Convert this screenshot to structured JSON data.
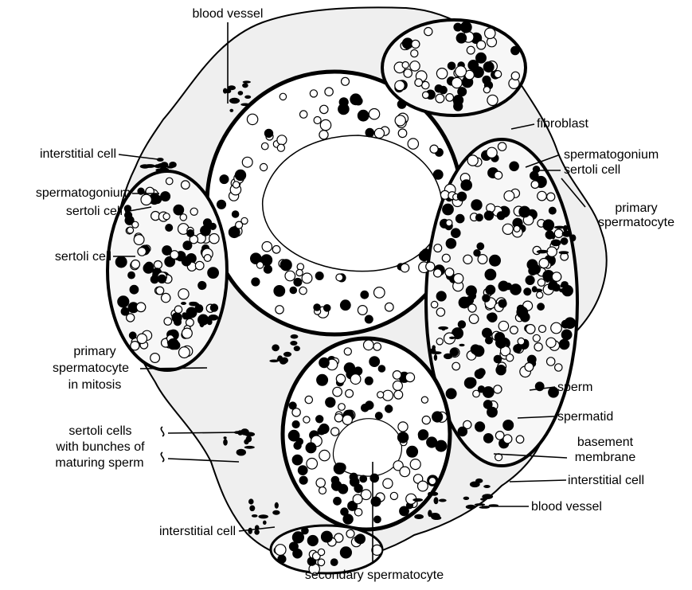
{
  "labels": {
    "blood_vessel_top": "blood vessel",
    "fibroblast": "fibroblast",
    "interstitial_cell_left": "interstitial cell",
    "spermatogonium_right": "spermatogonium",
    "sertoli_cell_right": "sertoli cell",
    "primary_spermatocyte_right_1": "primary",
    "primary_spermatocyte_right_2": "spermatocyte",
    "spermatogonium_left": "spermatogonium",
    "sertoli_cell_left": "sertoli cell",
    "sertoli_cell_left_2": "sertoli cell",
    "primary_mitosis_1": "primary",
    "primary_mitosis_2": "spermatocyte",
    "primary_mitosis_3": "in mitosis",
    "sertoli_bunches_1": "sertoli cells",
    "sertoli_bunches_2": "with bunches of",
    "sertoli_bunches_3": "maturing sperm",
    "sperm": "sperm",
    "spermatid": "spermatid",
    "basement_membrane_1": "basement",
    "basement_membrane_2": "membrane",
    "interstitial_cell_right": "interstitial cell",
    "blood_vessel_bottom": "blood vessel",
    "interstitial_cell_bottom": "interstitial cell",
    "secondary_spermatocyte": "secondary spermatocyte"
  },
  "colors": {
    "ink": "#000000",
    "paper": "#ffffff"
  }
}
